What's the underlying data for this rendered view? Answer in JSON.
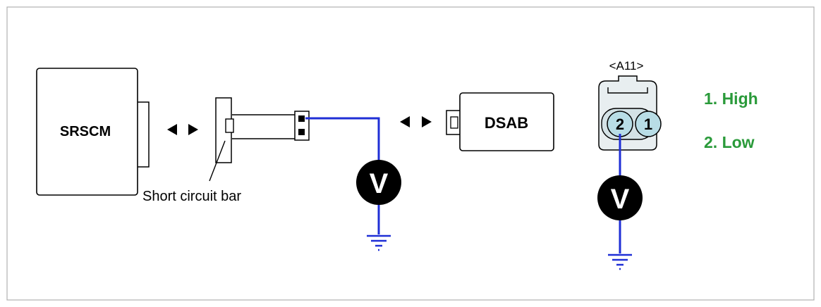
{
  "labels": {
    "srscm": "SRSCM",
    "short_circuit_bar": "Short circuit bar",
    "dsab": "DSAB",
    "connector": "<A11>",
    "pin_2": "2",
    "pin_1": "1",
    "meter_left": "V",
    "meter_right": "V"
  },
  "legend": {
    "item_1": "1. High",
    "item_2": "2. Low"
  },
  "colors": {
    "wire": "#1f2fd6",
    "legend_text": "#2a9a3a",
    "pin_fill": "#b8dde6",
    "connector_fill": "#e8eef0",
    "meter_fill": "#000000"
  }
}
